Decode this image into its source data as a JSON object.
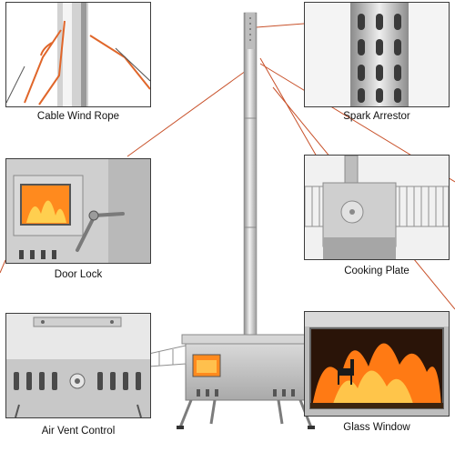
{
  "captions": {
    "cable_wind_rope": "Cable Wind Rope",
    "spark_arrestor": "Spark Arrestor",
    "door_lock": "Door Lock",
    "cooking_plate": "Cooking Plate",
    "air_vent_control": "Air Vent Control",
    "glass_window": "Glass Window"
  },
  "colors": {
    "steel": "#c9c9c9",
    "steel_dark": "#8f8f8f",
    "rope": "#e0662a",
    "leader_line": "#c8512a",
    "fire": "#ff8a1e",
    "panel_border": "#3c3c3c"
  }
}
